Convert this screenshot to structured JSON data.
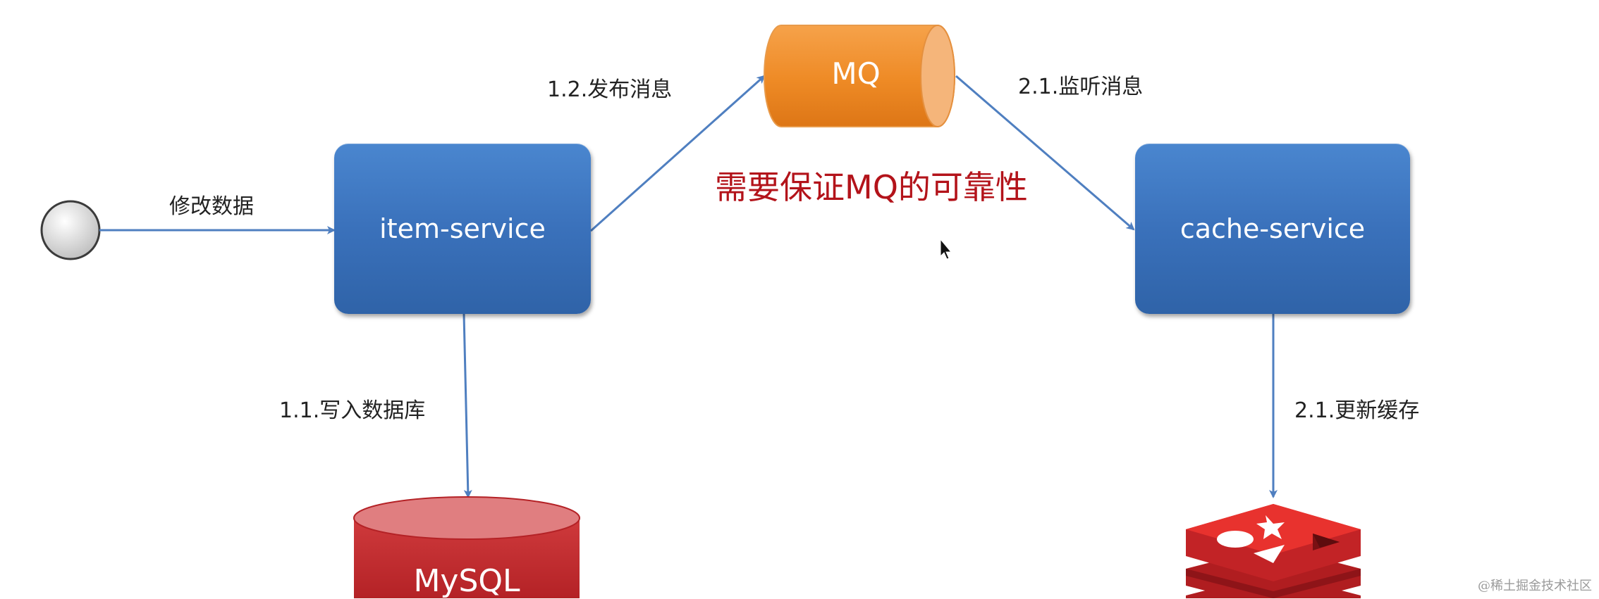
{
  "nodes": {
    "item_service": "item-service",
    "cache_service": "cache-service",
    "mq": "MQ",
    "mysql": "MySQL"
  },
  "edges": {
    "modify_data": "修改数据",
    "publish_message": "1.2.发布消息",
    "listen_message": "2.1.监听消息",
    "write_db": "1.1.写入数据库",
    "update_cache": "2.1.更新缓存"
  },
  "annotation": "需要保证MQ的可靠性",
  "watermark": "@稀土掘金技术社区",
  "colors": {
    "service_blue": "#3a71bb",
    "arrow_blue": "#4f7fc0",
    "mq_orange": "#f08c2a",
    "mysql_red": "#c0272d",
    "redis_red": "#d8282b",
    "note_red": "#b3131a"
  },
  "icons": {
    "start": "start-circle-icon",
    "mq": "mq-cylinder-icon",
    "mysql": "mysql-database-icon",
    "redis": "redis-logo-icon"
  }
}
